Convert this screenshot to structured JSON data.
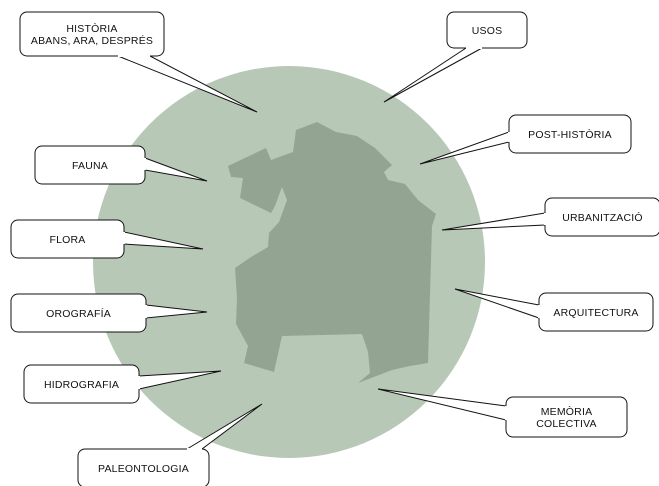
{
  "colors": {
    "background": "#ffffff",
    "circle": "#b7c8b7",
    "territory": "#93a592",
    "callout_fill": "#ffffff",
    "callout_stroke": "#111111",
    "text": "#111111"
  },
  "callouts": {
    "historia": [
      "HISTÒRIA",
      "ABANS, ARA, DESPRÉS"
    ],
    "usos": [
      "USOS"
    ],
    "post_historia": [
      "POST-HISTÒRIA"
    ],
    "fauna": [
      "FAUNA"
    ],
    "urbanitzacio": [
      "URBANITZACIÓ"
    ],
    "flora": [
      "FLORA"
    ],
    "arquitectura": [
      "ARQUITECTURA"
    ],
    "orografia": [
      "OROGRAFÍA"
    ],
    "hidrografia": [
      "HIDROGRAFIA"
    ],
    "memoria_colectiva": [
      "MEMÒRIA",
      "COLECTIVA"
    ],
    "paleontologia": [
      "PALEONTOLOGIA"
    ]
  }
}
